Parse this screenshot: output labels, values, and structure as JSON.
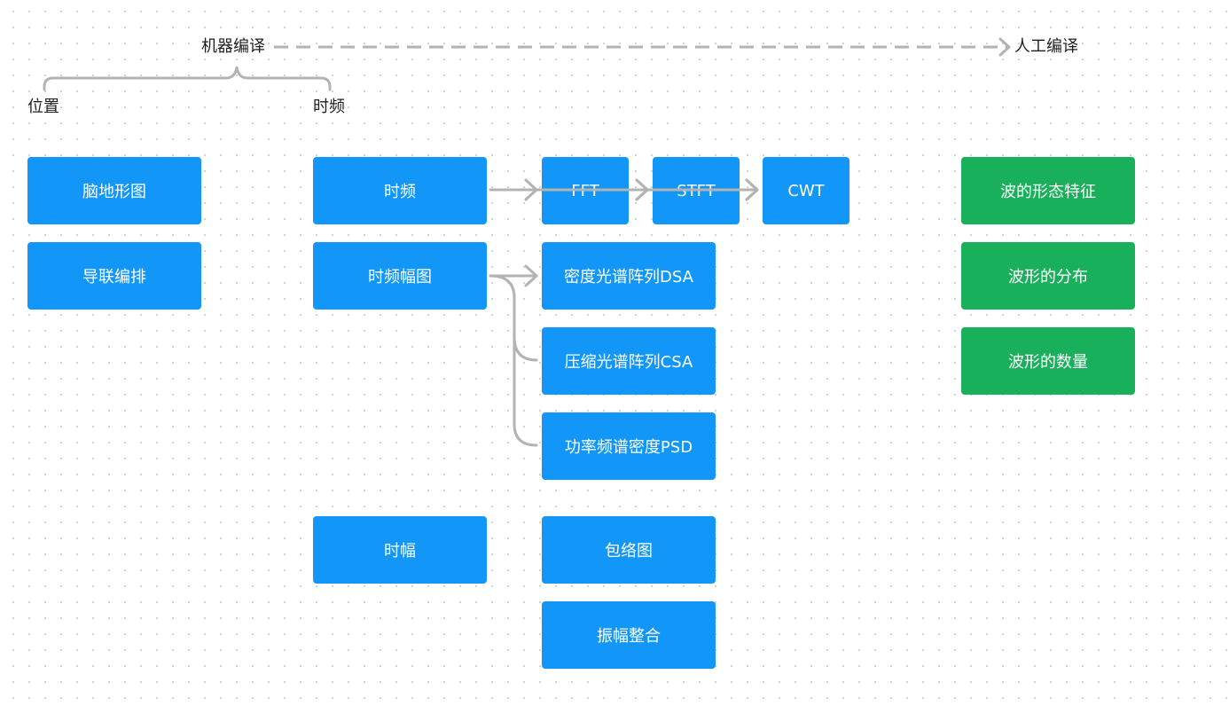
{
  "colors": {
    "primary_node": "#1296f8",
    "secondary_node": "#18b05a",
    "connector": "#b3b3b3",
    "text": "#1f1f1f"
  },
  "labels": {
    "machine_compilation": "机器编译",
    "manual_compilation": "人工编译",
    "position": "位置",
    "time_frequency": "时频"
  },
  "nodes": {
    "topographic_map": "脑地形图",
    "lead_montage": "导联编排",
    "time_frequency": "时频",
    "time_frequency_map": "时频幅图",
    "time_amplitude": "时幅",
    "fft": "FFT",
    "stft": "STFT",
    "cwt": "CWT",
    "dsa": "密度光谱阵列DSA",
    "csa": "压缩光谱阵列CSA",
    "psd": "功率频谱密度PSD",
    "envelope": "包络图",
    "amplitude_integration": "振幅整合",
    "wave_morphology": "波的形态特征",
    "waveform_distribution": "波形的分布",
    "waveform_count": "波形的数量"
  }
}
